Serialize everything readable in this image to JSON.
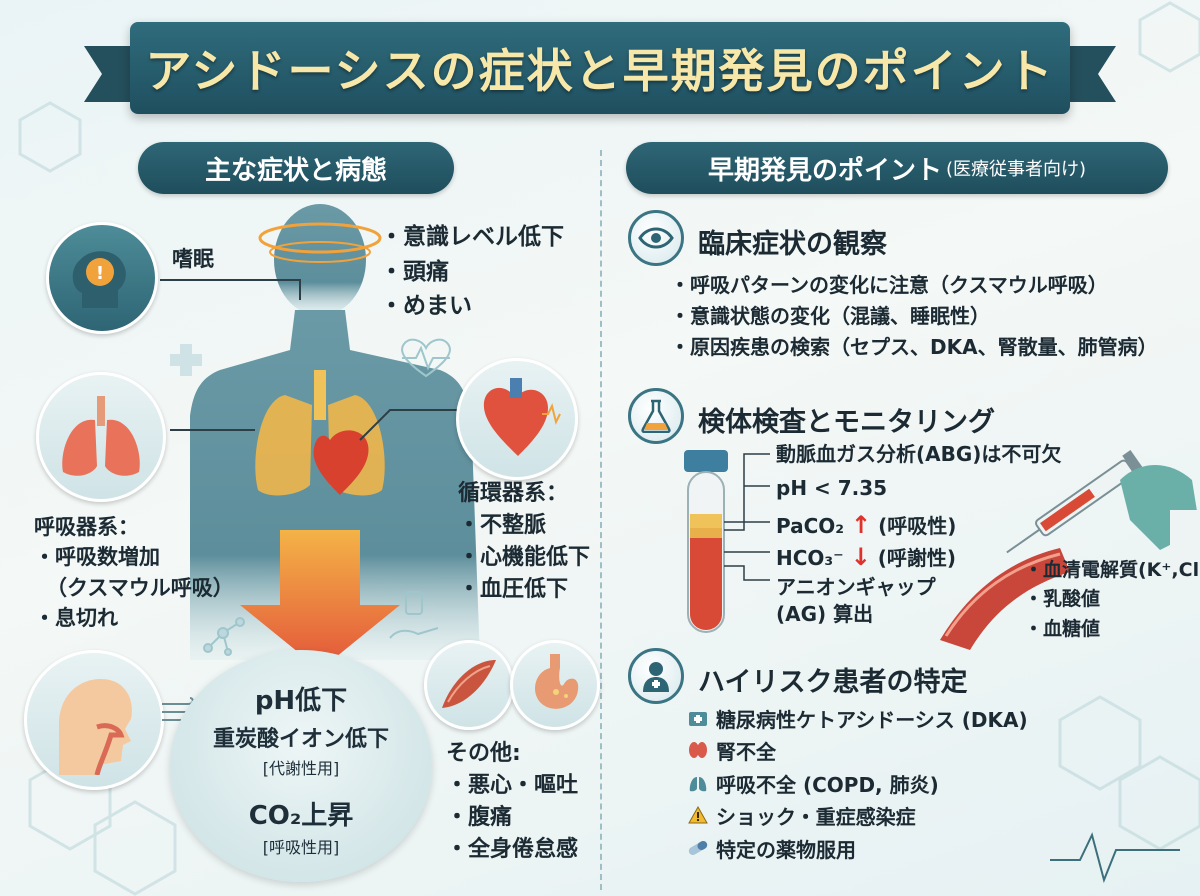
{
  "title": "アシドーシスの症状と早期発見のポイント",
  "left_header": "主な症状と病態",
  "right_header": {
    "main": "早期発見のポイント",
    "sub": "(医療従事者向け)"
  },
  "neuro": {
    "label": "嗜眠",
    "items": [
      "・意識レベル低下",
      "・頭痛",
      "・めまい"
    ]
  },
  "respiratory": {
    "heading": "呼吸器系：",
    "items": [
      "・呼吸数増加",
      "（クスマウル呼吸）",
      "・息切れ"
    ]
  },
  "circulatory": {
    "heading": "循環器系：",
    "items": [
      "・不整脈",
      "・心機能低下",
      "・血圧低下"
    ]
  },
  "bubble": {
    "line1": "pH低下",
    "line2": "重炭酸イオン低下",
    "line3": "[代謝性用]",
    "line4": "CO₂上昇",
    "line5": "[呼吸性用]"
  },
  "other": {
    "heading": "その他:",
    "items": [
      "・悪心・嘔吐",
      "・腹痛",
      "・全身倦怠感"
    ]
  },
  "clinical": {
    "heading": "臨床症状の観察",
    "items": [
      "・呼吸パターンの変化に注意（クスマウル呼吸）",
      "・意識状態の変化（混議、睡眠性）",
      "・原因疾患の検索（セプス、DKA、腎散量、肺管病）"
    ]
  },
  "lab": {
    "heading": "検体検査とモニタリング",
    "abg": "動脈血ガス分析(ABG)は不可欠",
    "ph": "pH < 7.35",
    "paco2": "PaCO₂",
    "paco2_note": "(呼吸性)",
    "hco3": "HCO₃⁻",
    "hco3_note": "(呼謝性)",
    "ag1": "アニオンギャップ",
    "ag2": "(AG) 算出",
    "side": [
      "・血清電解質(K⁺,Cl⁻)",
      "・乳酸値",
      "・血糖値"
    ],
    "up_arrow": "↑",
    "down_arrow": "↓"
  },
  "highrisk": {
    "heading": "ハイリスク患者の特定",
    "items": [
      {
        "icon": "medicine-box-icon",
        "text": "糖尿病性ケトアシドーシス (DKA)"
      },
      {
        "icon": "kidney-icon",
        "text": "腎不全"
      },
      {
        "icon": "lungs-icon",
        "text": "呼吸不全 (COPD, 肺炎)"
      },
      {
        "icon": "warning-icon",
        "text": "ショック・重症感染症"
      },
      {
        "icon": "pill-icon",
        "text": "特定の薬物服用"
      }
    ]
  },
  "colors": {
    "banner": "#2f6c7c",
    "title_text": "#f7e7a8",
    "body_silhouette": "#5d8e9b",
    "arrow_top": "#f2a23a",
    "arrow_bottom": "#e3553a",
    "up_arrow": "#e0322c",
    "down_arrow": "#e0322c"
  }
}
